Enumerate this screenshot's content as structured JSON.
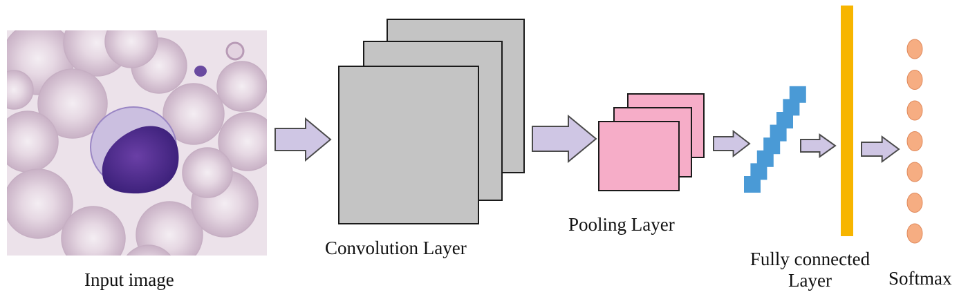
{
  "labels": {
    "input_image": "Input image",
    "convolution_layer": "Convolution Layer",
    "pooling_layer": "Pooling Layer",
    "fully_connected_line1": "Fully connected",
    "fully_connected_line2": "Layer",
    "softmax": "Softmax"
  },
  "colors": {
    "arrow_fill": "#cfc6e4",
    "arrow_stroke": "#4a4a4a",
    "conv_map": "#c4c4c4",
    "pool_map": "#f6adc8",
    "fc_square": "#4a9ad6",
    "fc_bar": "#f7b500",
    "softmax_node": "#f6ad82",
    "cell_background": "#ece2ea",
    "rbc_fill": "#d9c8d6",
    "nucleus": "#4b2a8c"
  },
  "structure": {
    "conv_feature_maps": 3,
    "pool_feature_maps": 3,
    "fc_units": 8,
    "softmax_nodes": 7
  },
  "icons": {
    "input": "blood-smear-image",
    "arrow": "arrow-right-icon"
  }
}
